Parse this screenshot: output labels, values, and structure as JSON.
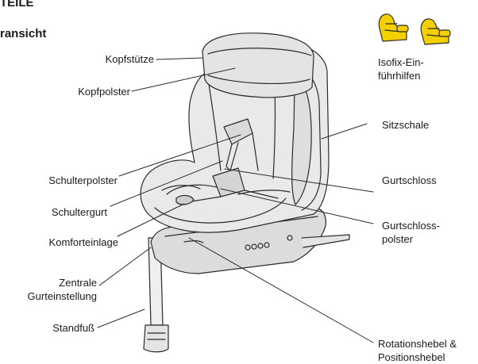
{
  "header": {
    "title": "TEILE",
    "subtitle": "ransicht"
  },
  "labels": {
    "kopfstuetze": "Kopfstütze",
    "kopfpolster": "Kopfpolster",
    "schulterpolster": "Schulterpolster",
    "schultergurt": "Schultergurt",
    "komforteinlage": "Komforteinlage",
    "zentrale_1": "Zentrale",
    "zentrale_2": "Gurteinstellung",
    "standfuss": "Standfuß",
    "isofix_1": "Isofix-Ein-",
    "isofix_2": "führhilfen",
    "sitzschale": "Sitzschale",
    "gurtschloss": "Gurtschloss",
    "gurtschlosspolster_1": "Gurtschloss-",
    "gurtschlosspolster_2": "polster",
    "rotation_1": "Rotationshebel &",
    "rotation_2": "Positionshebel"
  },
  "colors": {
    "line": "#2b2b2b",
    "seat_fill": "#e9e9e9",
    "seat_dark": "#d4d4d4",
    "isofix_yellow": "#f5d000"
  }
}
